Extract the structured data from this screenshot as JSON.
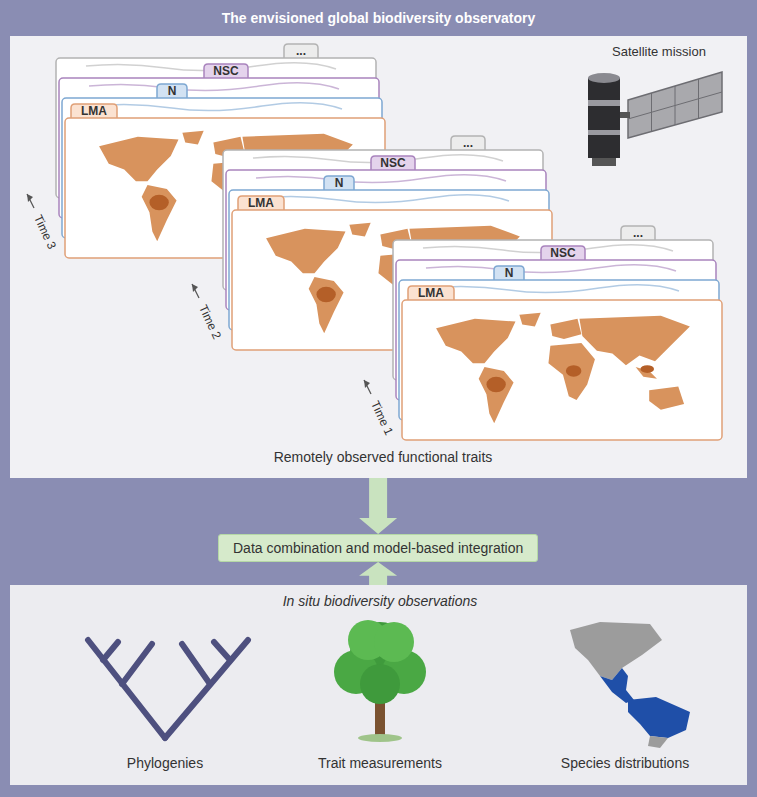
{
  "diagram": {
    "title": "The envisioned global biodiversity observatory",
    "nodes": [
      {
        "text": [
          "Remotely observed functional traits"
        ]
      },
      {
        "text": [
          "Data combination and model-based integration"
        ]
      },
      {
        "text": [
          "In situ biodiversity observations"
        ]
      }
    ],
    "edges": [
      {
        "from": 0,
        "to": 1,
        "arrow": "to"
      },
      {
        "from": 2,
        "to": 1,
        "arrow": "to"
      }
    ],
    "labels": [
      "Satellite mission",
      "...",
      "NSC",
      "N",
      "LMA",
      "Time 3",
      "...",
      "NSC",
      "N",
      "LMA",
      "Time 2",
      "...",
      "NSC",
      "N",
      "LMA",
      "Time 1",
      "Phylogenies",
      "Trait measurements",
      "Species distributions"
    ]
  }
}
